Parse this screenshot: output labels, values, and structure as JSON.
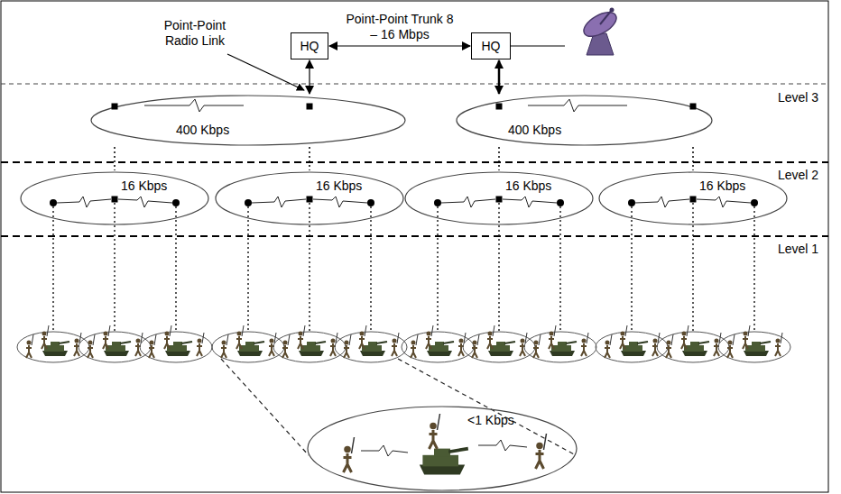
{
  "diagram": {
    "nodes": [
      {
        "text": [
          "HQ"
        ]
      },
      {
        "text": [
          "HQ"
        ]
      },
      {
        "text": [
          "400 Kbps"
        ]
      },
      {
        "text": [
          "400 Kbps"
        ]
      },
      {
        "text": [
          "16 Kbps"
        ]
      },
      {
        "text": [
          "16 Kbps"
        ]
      },
      {
        "text": [
          "16 Kbps"
        ]
      },
      {
        "text": [
          "16 Kbps"
        ]
      },
      {
        "text": [
          "<1 Kbps"
        ]
      }
    ],
    "edges": [
      {
        "from": 0,
        "to": 1,
        "label": "Point-Point Trunk 8 – 16 Mbps",
        "arrow": "both"
      },
      {
        "from": 0,
        "to": 2,
        "arrow": "both"
      },
      {
        "from": 1,
        "to": 3,
        "arrow": "both"
      },
      {
        "from": 2,
        "to": 4,
        "arrow": "none"
      },
      {
        "from": 2,
        "to": 5,
        "arrow": "none"
      },
      {
        "from": 3,
        "to": 6,
        "arrow": "none"
      },
      {
        "from": 3,
        "to": 7,
        "arrow": "none"
      }
    ],
    "labels": [
      "Point-Point Radio Link",
      "Level 3",
      "Level 2",
      "Level 1"
    ]
  }
}
